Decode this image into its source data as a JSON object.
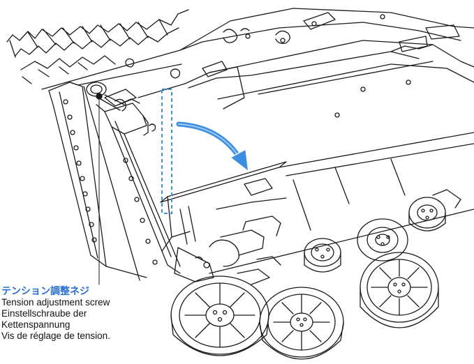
{
  "callout": {
    "japanese": "テンション調整ネジ",
    "english": "Tension adjustment screw",
    "german_line1": "Einstellschraube der",
    "german_line2": "Kettenspannung",
    "french": "Vis de réglage de tension."
  },
  "colors": {
    "line": "#1a1a1a",
    "accent_blue": "#3b8ee0",
    "label_blue": "#2a6fd0"
  },
  "icons": {
    "rotation_arrow": "curved-arrow-icon",
    "screw": "tension-screw-icon"
  }
}
